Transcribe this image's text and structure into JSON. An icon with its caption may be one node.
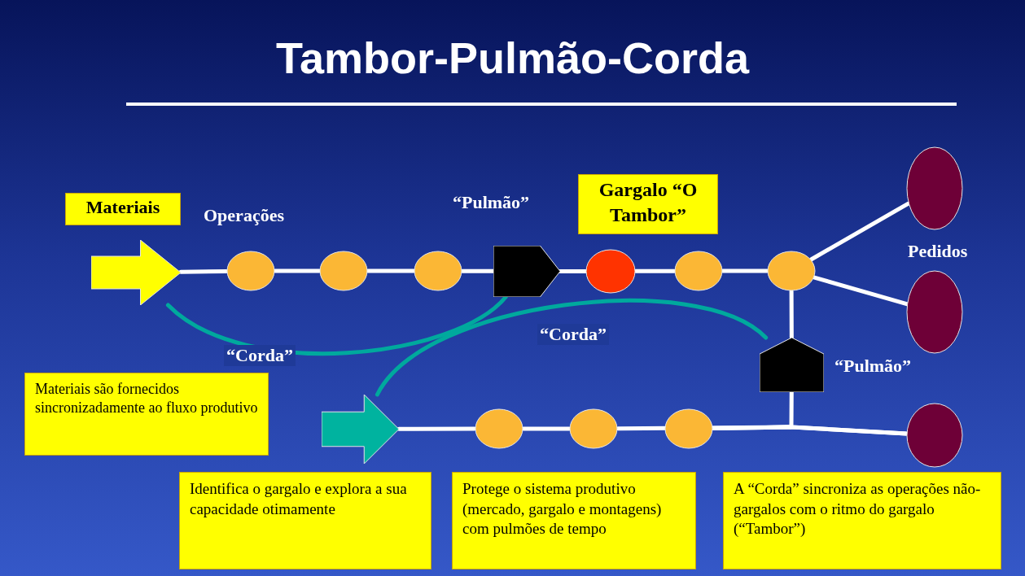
{
  "diagram": {
    "title": "Tambor-Pulmão-Corda",
    "nodes": [
      {
        "text": [
          "Materiais"
        ]
      },
      {
        "text": [
          "Gargalo “O Tambor”"
        ]
      },
      {
        "text": [],
        "shape": "arrow"
      },
      {
        "text": [],
        "shape": "circle"
      },
      {
        "text": [],
        "shape": "circle"
      },
      {
        "text": [],
        "shape": "circle"
      },
      {
        "text": [],
        "shape": "pentagon",
        "beside": [
          "“Pulmão”"
        ]
      },
      {
        "text": [],
        "shape": "circle"
      },
      {
        "text": [],
        "shape": "circle"
      },
      {
        "text": [],
        "shape": "circle"
      },
      {
        "text": [],
        "shape": "oval"
      },
      {
        "text": [],
        "shape": "oval"
      },
      {
        "text": [],
        "shape": "oval"
      },
      {
        "text": [],
        "shape": "pentagon",
        "beside": [
          "“Pulmão”"
        ]
      },
      {
        "text": [],
        "shape": "arrow"
      },
      {
        "text": [],
        "shape": "circle"
      },
      {
        "text": [],
        "shape": "circle"
      },
      {
        "text": [],
        "shape": "circle"
      },
      {
        "text": [
          "Materiais são fornecidos sincronizadamente ao fluxo produtivo"
        ]
      },
      {
        "text": [
          "Identifica o gargalo e explora a sua capacidade otimamente"
        ]
      },
      {
        "text": [
          "Protege o sistema produtivo (mercado, gargalo e montagens) com pulmões de tempo"
        ]
      },
      {
        "text": [
          "A “Corda” sincroniza as operações não-gargalos com o ritmo do gargalo (“Tambor”)"
        ]
      }
    ],
    "edges": [
      {
        "from": 2,
        "to": 3,
        "arrow": "none"
      },
      {
        "from": 3,
        "to": 4,
        "arrow": "none"
      },
      {
        "from": 4,
        "to": 5,
        "arrow": "none"
      },
      {
        "from": 5,
        "to": 6,
        "arrow": "none"
      },
      {
        "from": 6,
        "to": 7,
        "arrow": "none"
      },
      {
        "from": 7,
        "to": 8,
        "arrow": "none"
      },
      {
        "from": 8,
        "to": 9,
        "arrow": "none"
      },
      {
        "from": 9,
        "to": 10,
        "arrow": "none"
      },
      {
        "from": 9,
        "to": 11,
        "arrow": "none"
      },
      {
        "from": 9,
        "to": 13,
        "arrow": "none"
      },
      {
        "from": 13,
        "to": 12,
        "arrow": "none"
      },
      {
        "from": 14,
        "to": 15,
        "arrow": "none"
      },
      {
        "from": 15,
        "to": 16,
        "arrow": "none"
      },
      {
        "from": 16,
        "to": 17,
        "arrow": "none"
      },
      {
        "from": 17,
        "to": 12,
        "arrow": "none"
      },
      {
        "from": 2,
        "to": 6,
        "arrow": "none",
        "label": "“Corda”",
        "color": "#00a99d"
      },
      {
        "from": 14,
        "to": 13,
        "arrow": "none",
        "label": "“Corda”",
        "color": "#00a99d"
      }
    ],
    "labels": [
      "Operações",
      "Pedidos"
    ]
  }
}
